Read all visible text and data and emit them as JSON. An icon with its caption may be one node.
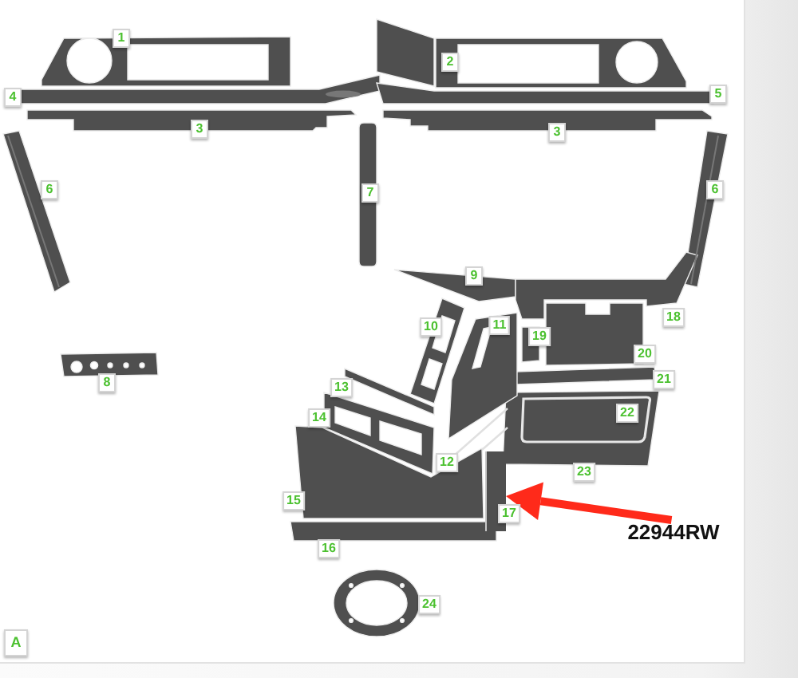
{
  "diagram": {
    "nodes": [
      {
        "text": [
          "22944RW"
        ]
      },
      {
        "text": [],
        "shape": "box"
      }
    ],
    "edges": [
      {
        "from": 0,
        "to": 1,
        "arrow": "to",
        "color": "#ff2a1a"
      }
    ],
    "labels": [
      "1",
      "2",
      "4",
      "5",
      "3",
      "3",
      "6",
      "7",
      "6",
      "9",
      "10",
      "11",
      "19",
      "18",
      "20",
      "8",
      "13",
      "21",
      "14",
      "22",
      "12",
      "23",
      "15",
      "17",
      "16",
      "24",
      "A"
    ]
  }
}
